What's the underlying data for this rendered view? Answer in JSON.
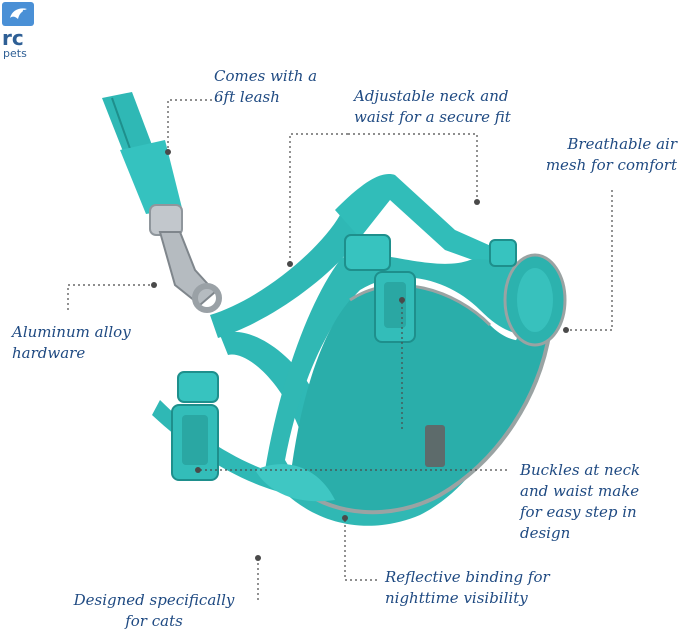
{
  "brand": {
    "logo_text": "rc",
    "logo_subtext": "pets"
  },
  "colors": {
    "callout_text": "#1f4a82",
    "leader_line": "#4a4a4a",
    "harness_teal": "#2fb8b5",
    "harness_dark": "#1e8f8c",
    "reflective_trim": "#9aa3a3",
    "hardware_metal": "#b9bfc4",
    "logo_blue": "#4a90d6"
  },
  "callouts": {
    "leash": "Comes with a\n6ft leash",
    "adjustable": "Adjustable neck and\nwaist for a secure fit",
    "mesh": "Breathable air\nmesh for comfort",
    "hardware": "Aluminum alloy\nhardware",
    "buckles": "Buckles at neck\nand waist make\nfor easy step in\ndesign",
    "reflective": "Reflective binding for\nnighttime visibility",
    "cats": "Designed specifically\nfor cats"
  }
}
